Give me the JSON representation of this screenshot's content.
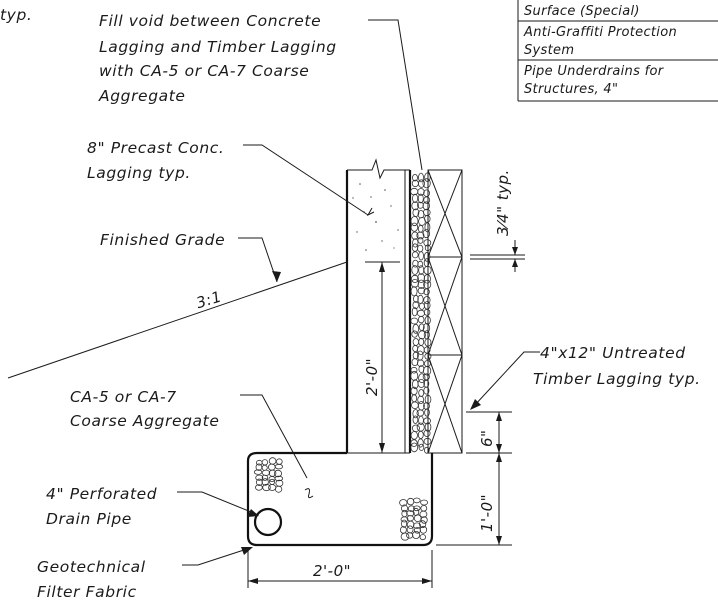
{
  "labels": {
    "typ_corner": "typ.",
    "fill_void_1": "Fill void between Concrete",
    "fill_void_2": "Lagging and Timber Lagging",
    "fill_void_3": "with CA-5 or CA-7 Coarse",
    "fill_void_4": "Aggregate",
    "precast_1": "8\" Precast Conc.",
    "precast_2": "Lagging typ.",
    "finished_grade": "Finished Grade",
    "slope": "3:1",
    "ca5_1": "CA-5 or CA-7",
    "ca5_2": "Coarse Aggregate",
    "timber_1": "4\"x12\" Untreated",
    "timber_2": "Timber Lagging typ.",
    "drain_1": "4\" Perforated",
    "drain_2": "Drain Pipe",
    "geo_1": "Geotechnical",
    "geo_2": "Filter Fabric"
  },
  "dimensions": {
    "typ_gap": "3⁄4\" typ.",
    "lagging_height": "2'-0\"",
    "six_inch": "6\"",
    "one_foot": "1'-0\"",
    "base_width": "2'-0\""
  },
  "table": {
    "rows": [
      "Surface (Special)",
      "Anti-Graffiti Protection",
      "System",
      "Pipe Underdrains for",
      "Structures, 4\""
    ]
  }
}
